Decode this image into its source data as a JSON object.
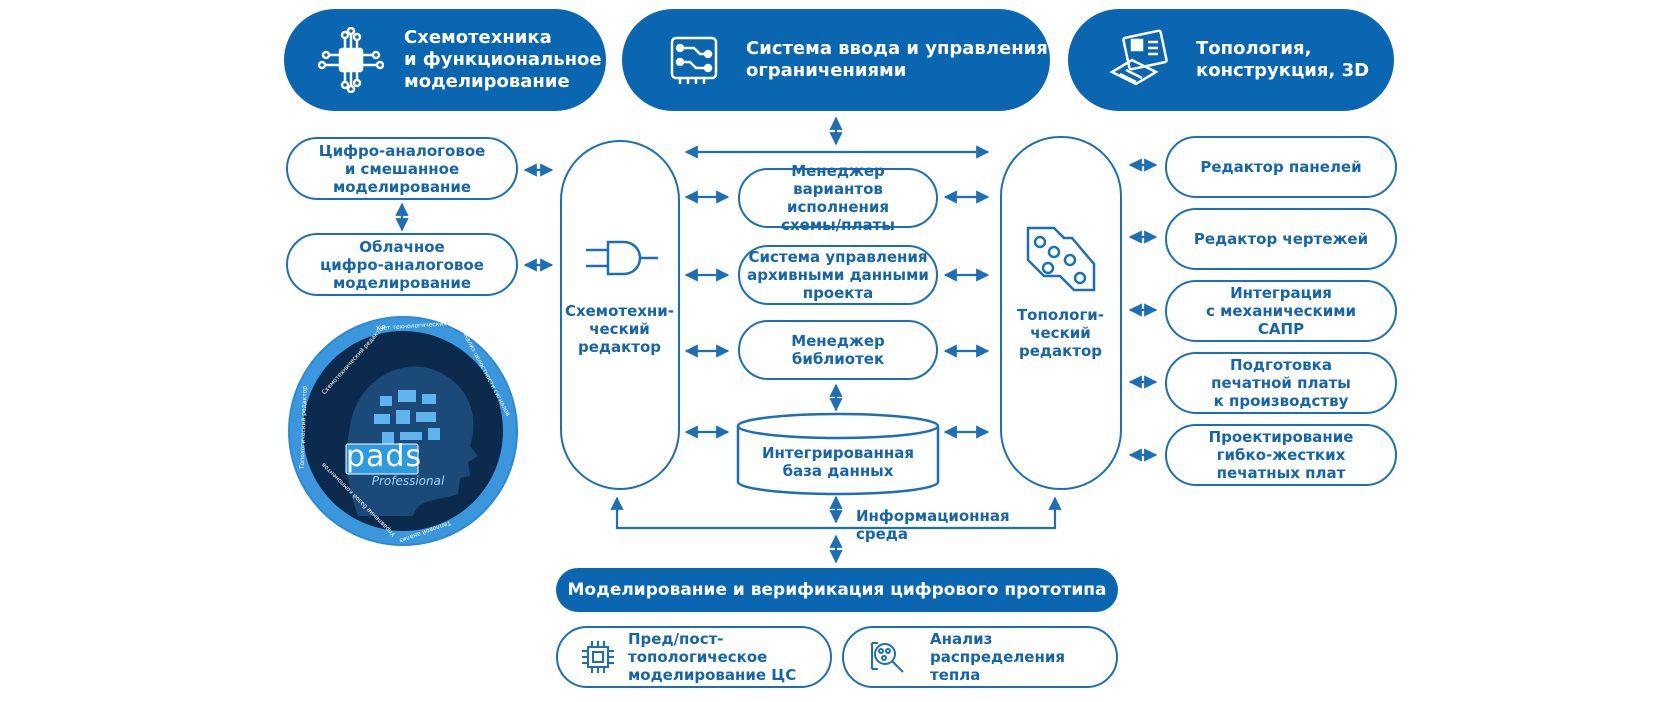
{
  "top_boxes": [
    {
      "lines": [
        "Схемотехника",
        "и функциональное",
        "моделирование"
      ],
      "icon": "chip-circuit-icon"
    },
    {
      "lines": [
        "Система ввода и управления",
        "ограничениями"
      ],
      "icon": "circuit-board-icon"
    },
    {
      "lines": [
        "Топология,",
        "конструкция, 3D"
      ],
      "icon": "pcb-3d-icon"
    }
  ],
  "left_boxes": [
    {
      "lines": [
        "Цифро-аналоговое",
        "и смешанное",
        "моделирование"
      ]
    },
    {
      "lines": [
        "Облачное",
        "цифро-аналоговое",
        "моделирование"
      ]
    }
  ],
  "schematic_editor": {
    "lines": [
      "Схемотехни-",
      "ческий",
      "редактор"
    ],
    "icon": "and-gate-icon"
  },
  "layout_editor": {
    "lines": [
      "Топологи-",
      "ческий",
      "редактор"
    ],
    "icon": "pcb-trace-icon"
  },
  "center_boxes": [
    {
      "lines": [
        "Менеджер",
        "вариантов исполнения",
        "схемы/платы"
      ]
    },
    {
      "lines": [
        "Система управления",
        "архивными данными",
        "проекта"
      ]
    },
    {
      "lines": [
        "Менеджер",
        "библиотек"
      ]
    }
  ],
  "database": {
    "lines": [
      "Интегрированная",
      "база данных"
    ]
  },
  "info_env": "Информационная среда",
  "right_boxes": [
    {
      "lines": [
        "Редактор панелей"
      ]
    },
    {
      "lines": [
        "Редактор чертежей"
      ]
    },
    {
      "lines": [
        "Интеграция",
        "с механическими",
        "САПР"
      ]
    },
    {
      "lines": [
        "Подготовка",
        "печатной платы",
        "к производству"
      ]
    },
    {
      "lines": [
        "Проектирование",
        "гибко-жестких",
        "печатных плат"
      ]
    }
  ],
  "bottom_bar": "Моделирование и верификация цифрового прототипа",
  "bottom_boxes": [
    {
      "lines": [
        "Пред/пост-топологическое",
        "моделирование ЦС"
      ],
      "icon": "chip-icon"
    },
    {
      "lines": [
        "Анализ",
        "распределения тепла"
      ],
      "icon": "thermal-analysis-icon"
    }
  ],
  "logo": {
    "brand": "pads",
    "sub": "Professional"
  },
  "ring_labels": [
    "Схемотехнический редактор",
    "Учет технологических сборок",
    "Анализ целостности сигналов",
    "Тепловой анализ",
    "Управление базой компонентов",
    "Топологический редактор"
  ],
  "colors": {
    "primary": "#0b66b1",
    "outline": "#1d6fb5",
    "text": "#1565a8"
  }
}
